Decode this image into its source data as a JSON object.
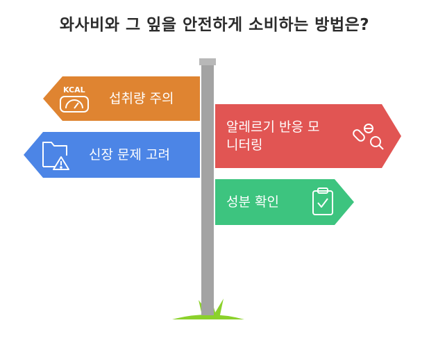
{
  "title": "와사비와 그 잎을 안전하게 소비하는 방법은?",
  "signs": [
    {
      "label": "섭취량 주의",
      "icon": "kcal-scale-icon",
      "icon_text": "KCAL",
      "color": "#df8431",
      "direction": "left"
    },
    {
      "label": "신장 문제 고려",
      "icon": "folder-warning-icon",
      "color": "#4c85e6",
      "direction": "left"
    },
    {
      "label_line1": "알레르기 반응 모",
      "label_line2": "니터링",
      "icon": "pills-magnifier-icon",
      "color": "#e15553",
      "direction": "right"
    },
    {
      "label": "성분 확인",
      "icon": "clipboard-check-icon",
      "color": "#3dc47f",
      "direction": "right"
    }
  ],
  "colors": {
    "pole": "#a3a3a3",
    "pole_cap": "#b8b8b8",
    "grass": "#8bd12b",
    "title": "#2b2b2b"
  }
}
